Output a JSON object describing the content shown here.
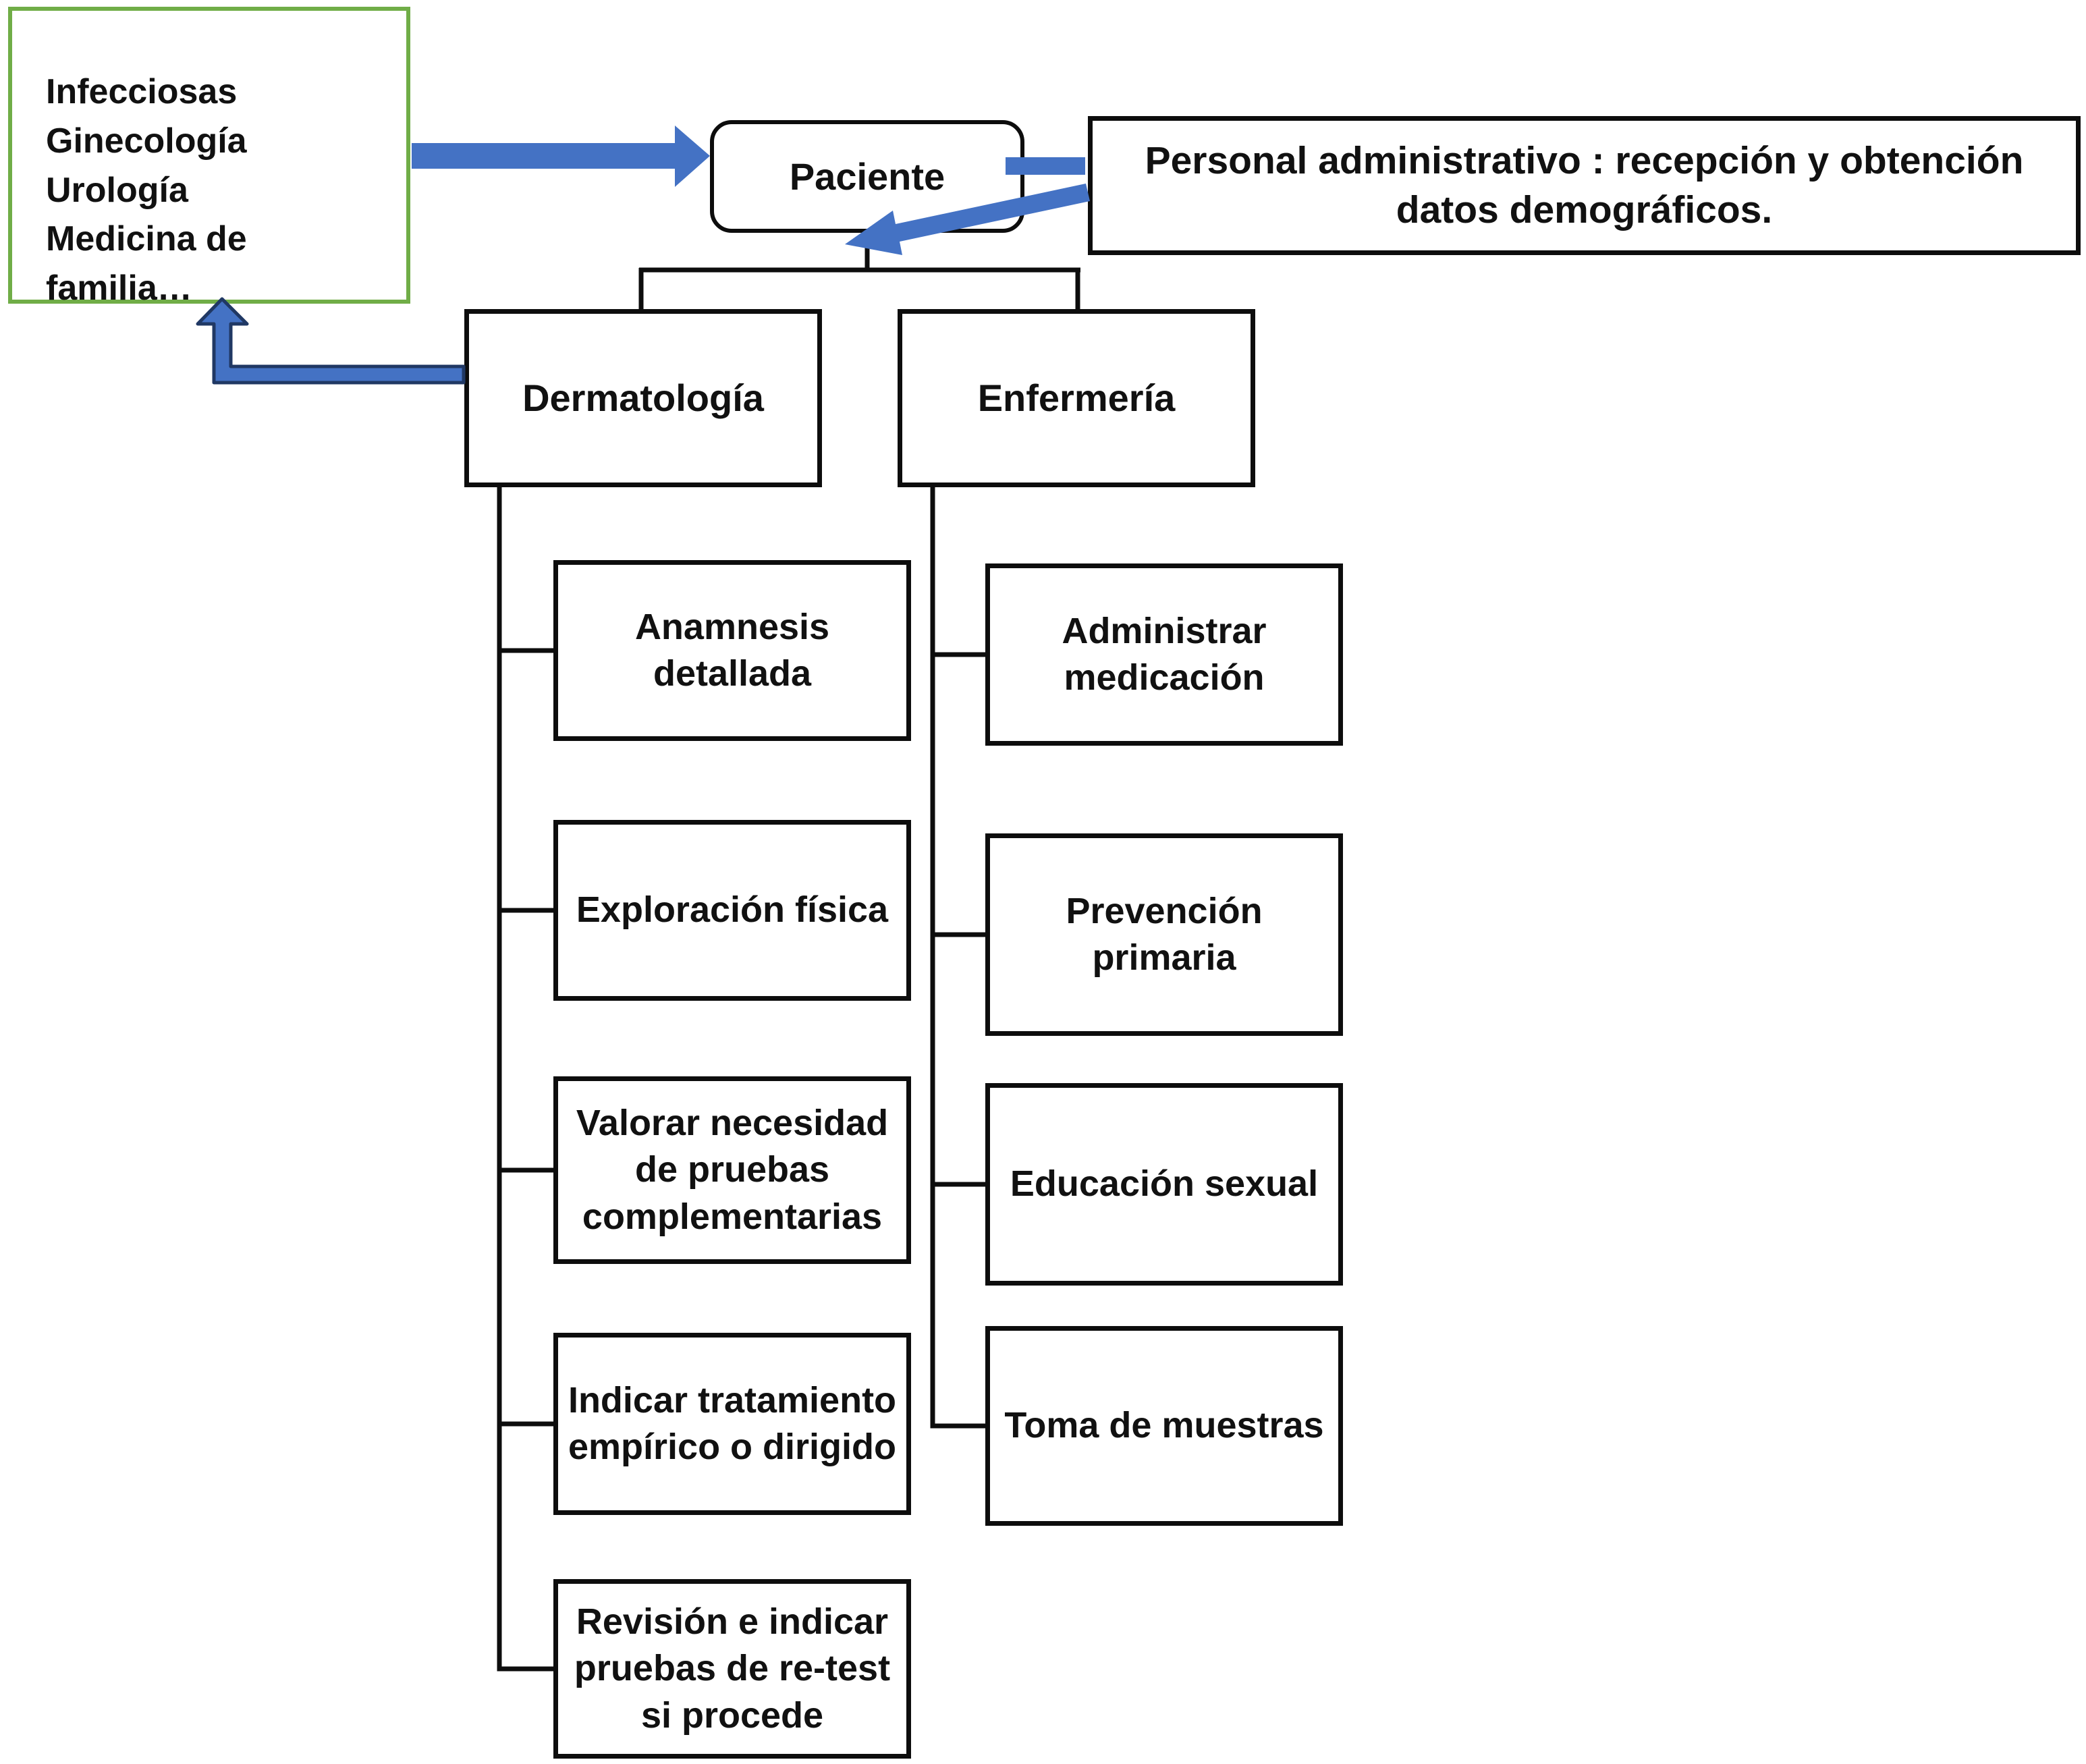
{
  "referral_box": {
    "lines": [
      "Infecciosas",
      "Ginecología",
      "Urología",
      "Medicina de familia…"
    ]
  },
  "patient_node": {
    "label": "Paciente"
  },
  "admin_node": {
    "label": "Personal administrativo : recepción y obtención datos demográficos."
  },
  "dermatology": {
    "label": "Dermatología",
    "tasks": [
      "Anamnesis detallada",
      "Exploración física",
      "Valorar necesidad de pruebas complementarias",
      "Indicar tratamiento empírico o dirigido",
      "Revisión e indicar pruebas de re-test si procede"
    ]
  },
  "nursing": {
    "label": "Enfermería",
    "tasks": [
      "Administrar medicación",
      "Prevención primaria",
      "Educación sexual",
      "Toma de muestras"
    ]
  },
  "colors": {
    "arrow_blue": "#4472C4",
    "arrow_dark_outline": "#203864",
    "green_border": "#70AD47",
    "line_black": "#0d0d0d"
  }
}
